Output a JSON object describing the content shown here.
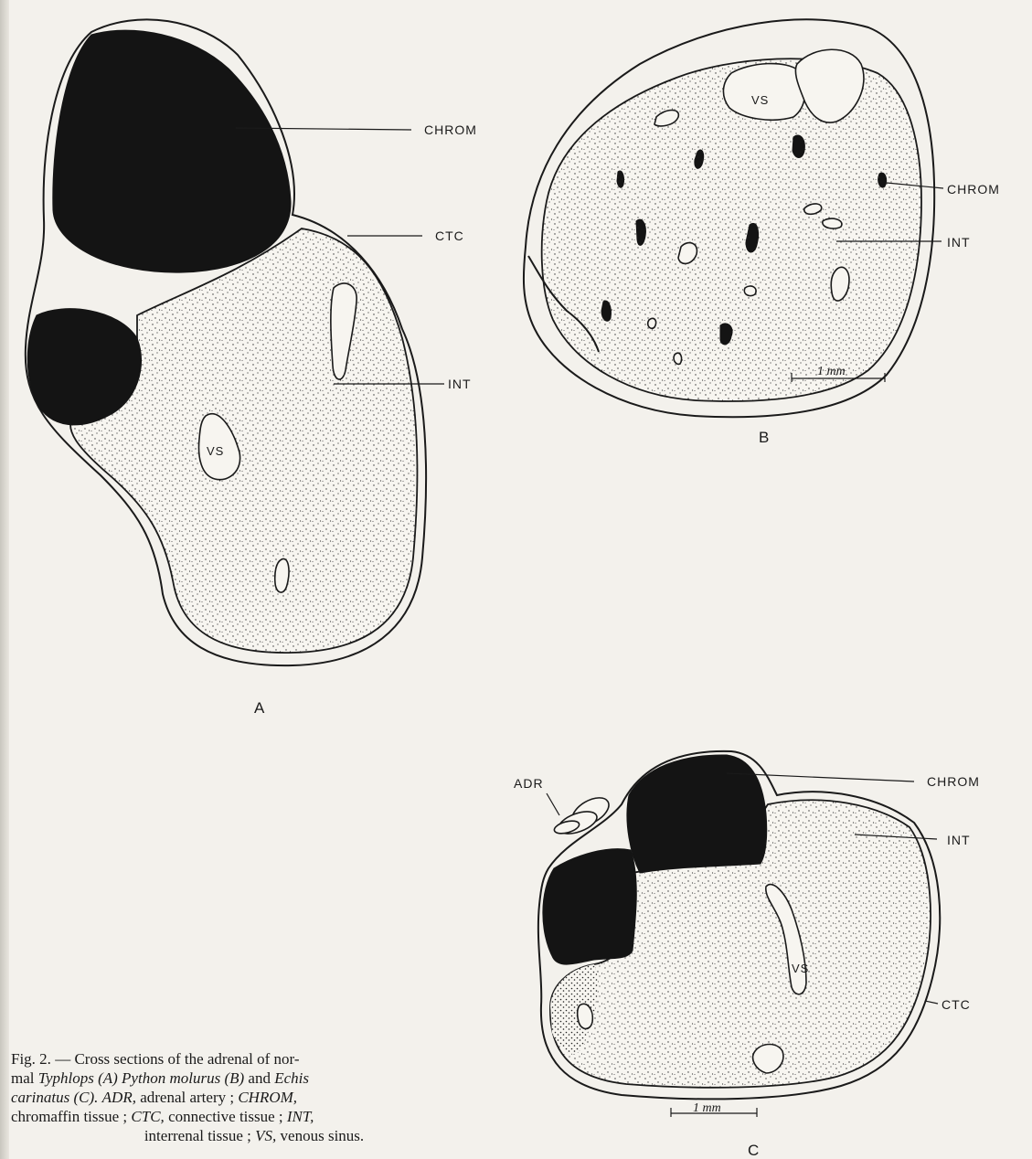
{
  "panels": {
    "a": {
      "letter": "A",
      "labels": {
        "chrom": "CHROM",
        "ctc": "CTC",
        "int": "INT",
        "vs": "VS"
      }
    },
    "b": {
      "letter": "B",
      "labels": {
        "vs": "VS",
        "chrom": "CHROM",
        "int": "INT"
      },
      "scale_bar": "1 mm"
    },
    "c": {
      "letter": "C",
      "labels": {
        "adr": "ADR",
        "chrom": "CHROM",
        "int": "INT",
        "vs": "VS",
        "ctc": "CTC"
      },
      "scale_bar": "1 mm"
    }
  },
  "caption": {
    "fig": "Fig. 2.",
    "dash": "—",
    "text1": "Cross sections of the adrenal of nor-",
    "text2": "mal",
    "sp1": "Typhlops",
    "sp1_tag": "(A)",
    "sp2": "Python molurus",
    "sp2_tag": "(B)",
    "and": "and",
    "sp3a": "Echis",
    "sp3b": "carinatus",
    "sp3_tag": "(C).",
    "abbr1": "ADR,",
    "def1": "adrenal artery ;",
    "abbr2": "CHROM,",
    "def2": "chromaffin tissue ;",
    "abbr3": "CTC,",
    "def3": "connective tissue ;",
    "abbr4": "INT,",
    "def4": "interrenal tissue ;",
    "abbr5": "VS,",
    "def5": "venous sinus."
  }
}
